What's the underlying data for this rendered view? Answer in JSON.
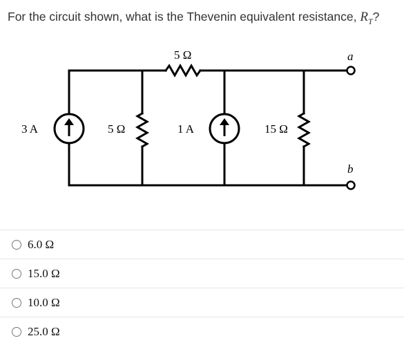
{
  "question": {
    "text": "For the circuit shown, what is the Thevenin equivalent resistance,",
    "symbol": "R",
    "symbol_sub": "T",
    "suffix": "?"
  },
  "circuit": {
    "r_top": "5 Ω",
    "terminal_a": "a",
    "terminal_b": "b",
    "source_left": "3 A",
    "r_left": "5 Ω",
    "source_mid": "1 A",
    "r_right": "15 Ω"
  },
  "options": [
    {
      "label": "6.0 Ω"
    },
    {
      "label": "15.0 Ω"
    },
    {
      "label": "10.0 Ω"
    },
    {
      "label": "25.0 Ω"
    }
  ]
}
